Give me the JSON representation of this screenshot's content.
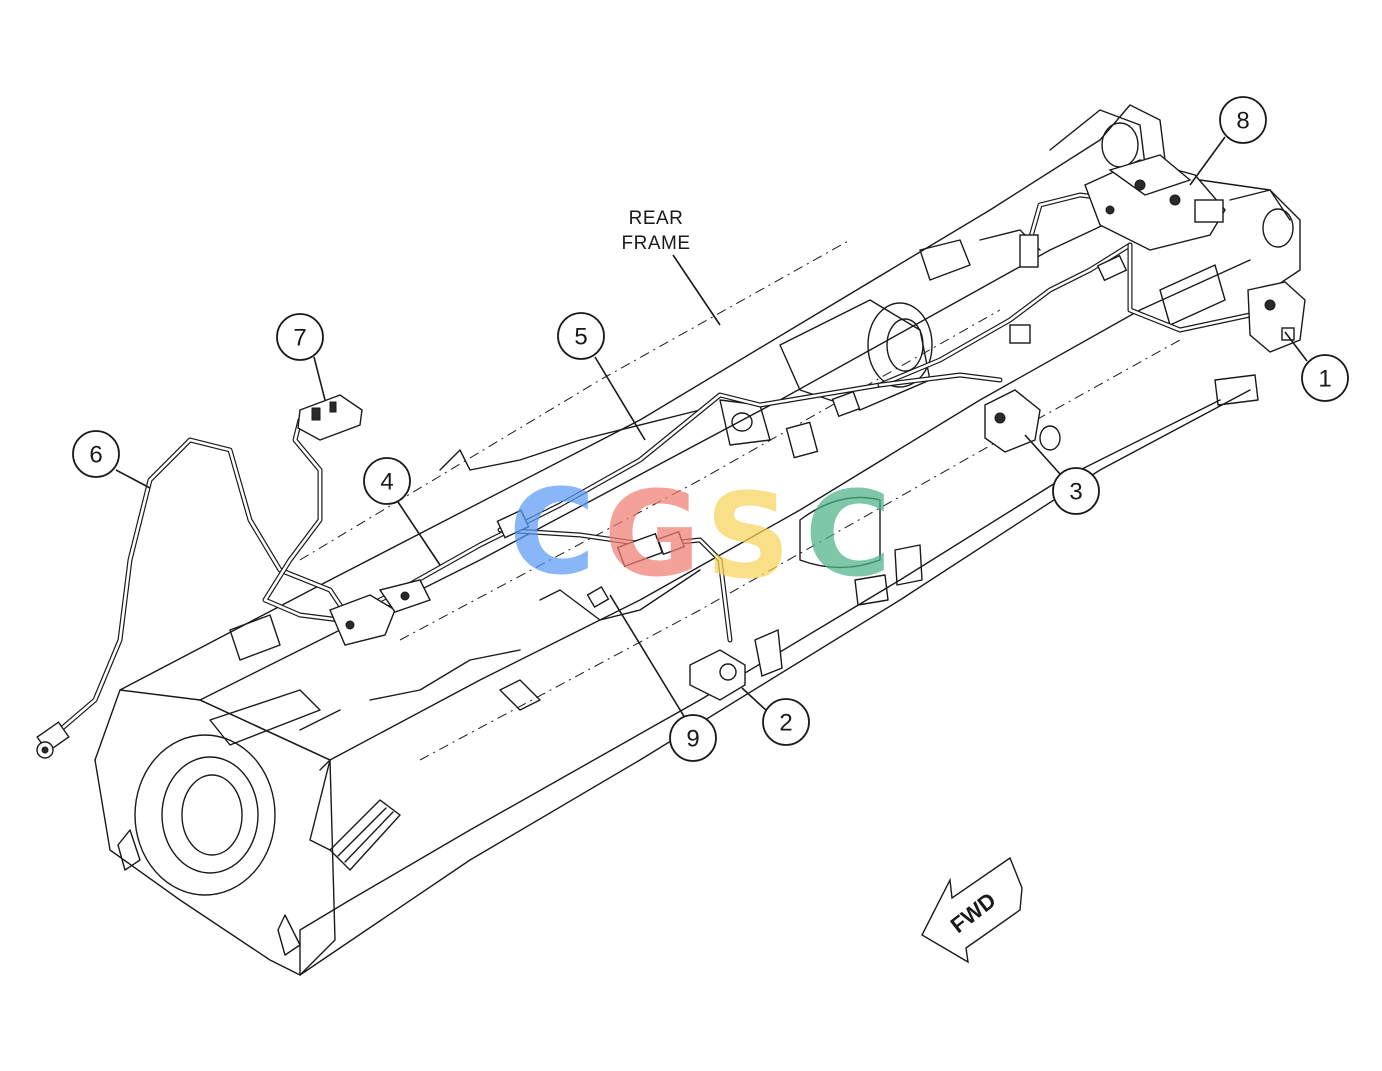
{
  "diagram": {
    "frame_label_line1": "REAR",
    "frame_label_line2": "FRAME",
    "direction_label": "FWD",
    "callouts": [
      {
        "id": "1",
        "label": "1"
      },
      {
        "id": "2",
        "label": "2"
      },
      {
        "id": "3",
        "label": "3"
      },
      {
        "id": "4",
        "label": "4"
      },
      {
        "id": "5",
        "label": "5"
      },
      {
        "id": "6",
        "label": "6"
      },
      {
        "id": "7",
        "label": "7"
      },
      {
        "id": "8",
        "label": "8"
      },
      {
        "id": "9",
        "label": "9"
      }
    ]
  },
  "watermark": {
    "letters": [
      {
        "char": "C",
        "color": "#5b9bf5"
      },
      {
        "char": "G",
        "color": "#f07d74"
      },
      {
        "char": "S",
        "color": "#f7d35a"
      },
      {
        "char": "C",
        "color": "#4db389"
      }
    ]
  }
}
